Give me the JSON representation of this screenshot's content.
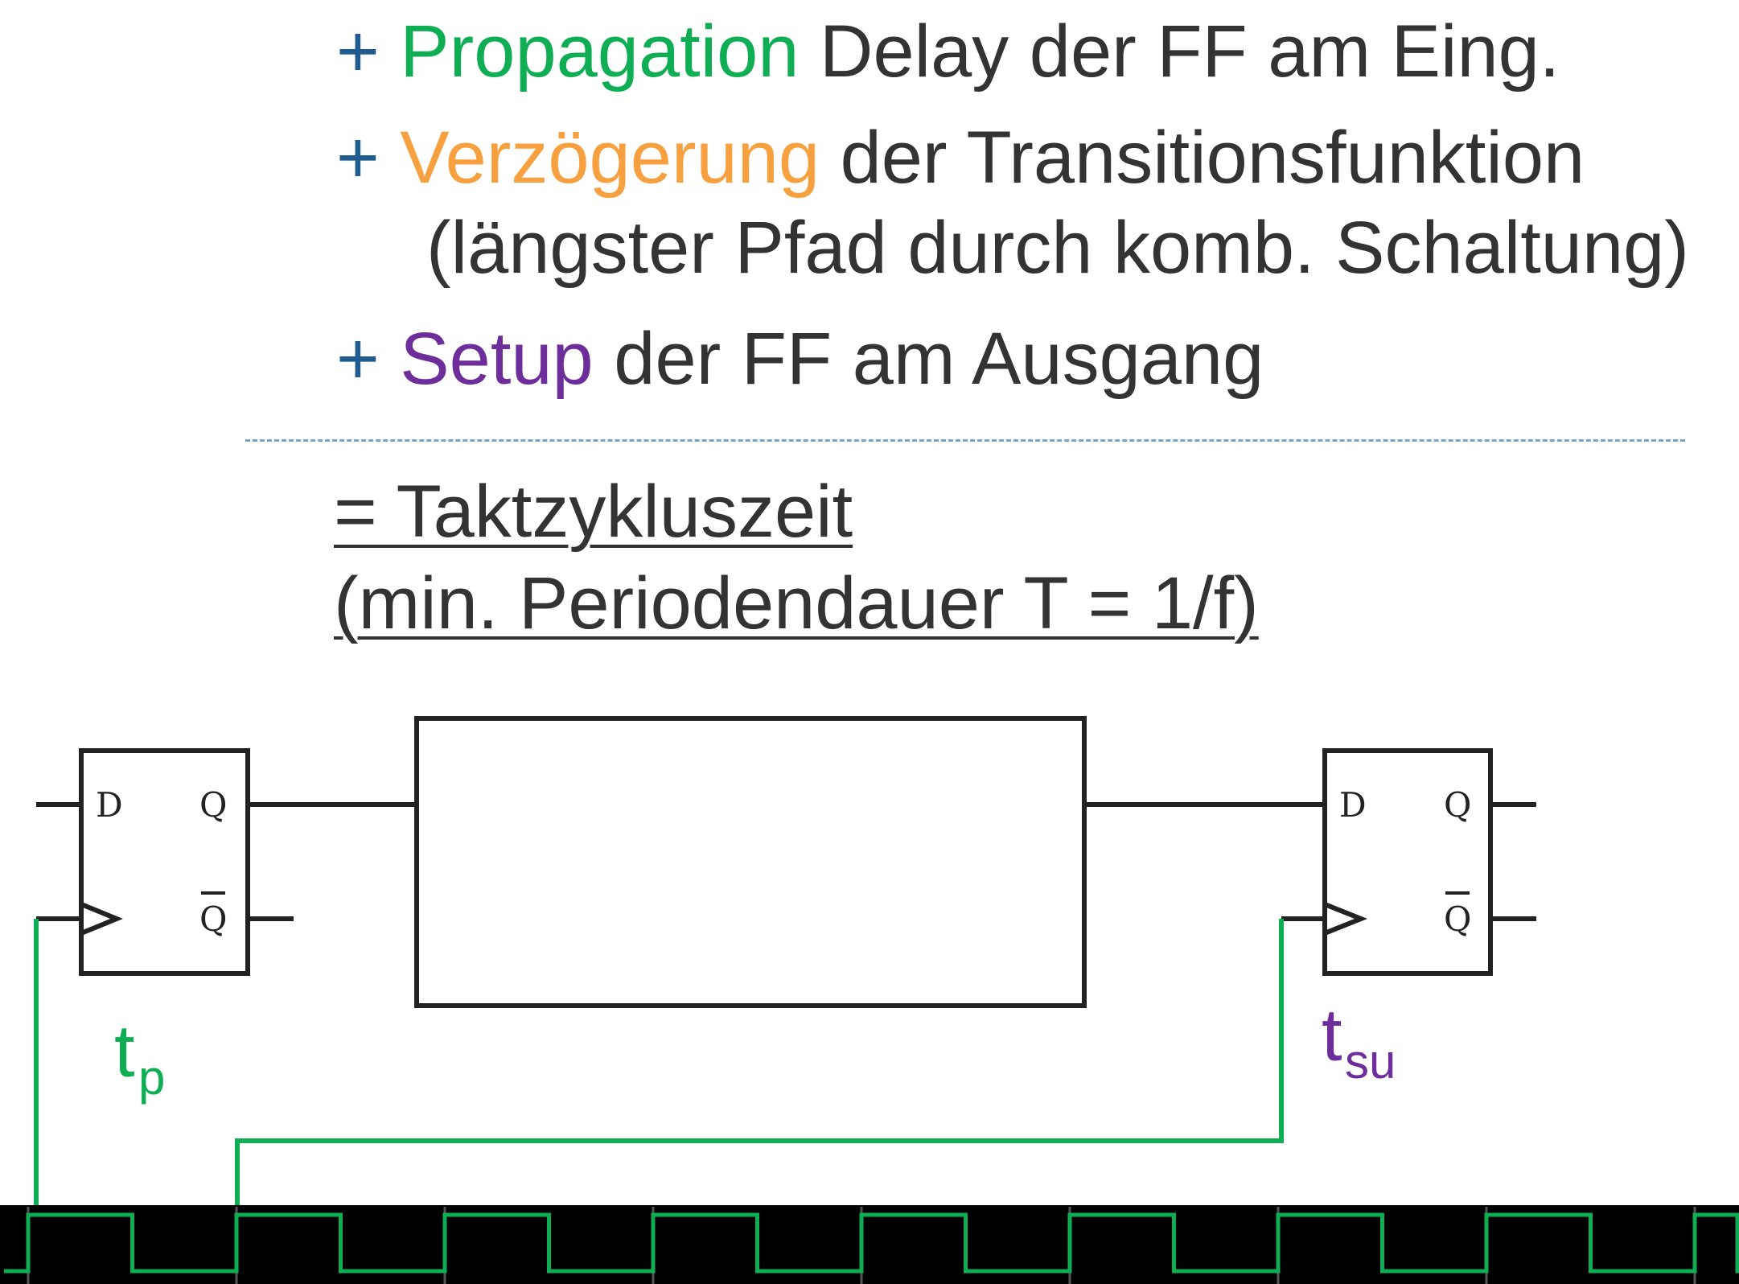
{
  "lines": {
    "l1": {
      "plus": "+",
      "keyword": "Propagation",
      "rest": " Delay der FF am Eing."
    },
    "l2": {
      "plus": "+",
      "keyword": "Verzögerung",
      "rest": " der Transitionsfunktion"
    },
    "l2b": "(längster Pfad durch komb. Schaltung)",
    "l3": {
      "plus": "+",
      "keyword": "Setup",
      "rest": " der FF am Ausgang"
    },
    "result1": "= Taktzykluszeit",
    "result2": "(min. Periodendauer T = 1/f)"
  },
  "ff_left": {
    "d": "D",
    "q": "Q",
    "qbar": "Q"
  },
  "ff_right": {
    "d": "D",
    "q": "Q",
    "qbar": "Q"
  },
  "labels": {
    "tp_main": "t",
    "tp_sub": "p",
    "tsu_main": "t",
    "tsu_sub": "su"
  },
  "colors": {
    "plus": "#1f5b8e",
    "propagation": "#0fae55",
    "verzoegerung": "#f7a040",
    "setup": "#6d2e9c",
    "clock": "#0fae55",
    "wire": "#222222"
  },
  "clock": {
    "cycles": 9
  }
}
